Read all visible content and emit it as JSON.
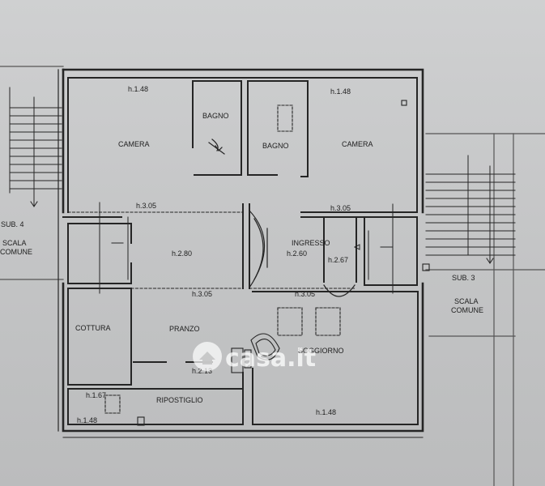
{
  "plan": {
    "rooms": {
      "camera_left": "CAMERA",
      "bagno_1": "BAGNO",
      "bagno_2": "BAGNO",
      "camera_right": "CAMERA",
      "ingresso": "INGRESSO",
      "cottura": "COTTURA",
      "pranzo": "PRANZO",
      "soggiorno": "SOGGIORNO",
      "ripostiglio": "RIPOSTIGLIO"
    },
    "heights": {
      "camera_left": "h.1.48",
      "camera_right": "h.1.48",
      "upper_corridor_left": "h.3.05",
      "upper_corridor_right": "h.3.05",
      "corridor": "h.2.80",
      "ingresso": "h.2.60",
      "ingresso_side": "h.2.67",
      "lower_corridor_left": "h.3.05",
      "lower_corridor_right": "h.3.05",
      "pranzo": "h.2.13",
      "ripostiglio": "h.1.67",
      "ripostiglio_bottom": "h.1.48",
      "soggiorno": "h.1.48"
    },
    "annex": {
      "sub4": "SUB. 4",
      "scala_left_1": "SCALA",
      "scala_left_2": "COMUNE",
      "sub3": "SUB. 3",
      "scala_right_1": "SCALA",
      "scala_right_2": "COMUNE"
    },
    "watermark": "casa.it"
  }
}
